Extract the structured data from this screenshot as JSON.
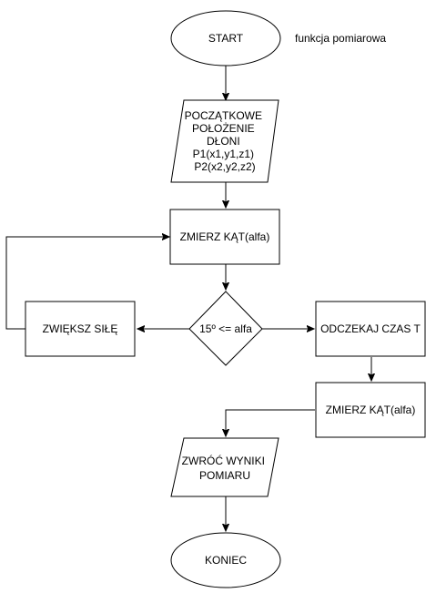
{
  "diagram": {
    "caption": "funkcja pomiarowa",
    "nodes": {
      "start": "START",
      "initial_position": [
        "POCZĄTKOWE",
        "POŁOŻENIE",
        "DŁONI",
        "P1(x1,y1,z1)",
        "P2(x2,y2,z2)"
      ],
      "measure_angle_1": "ZMIERZ KĄT(alfa)",
      "decision": "15º <= alfa",
      "increase_force": "ZWIĘKSZ SIŁĘ",
      "wait": "ODCZEKAJ CZAS T",
      "measure_angle_2": "ZMIERZ KĄT(alfa)",
      "return_results": [
        "ZWRÓĆ WYNIKI",
        "POMIARU"
      ],
      "end": "KONIEC"
    }
  }
}
